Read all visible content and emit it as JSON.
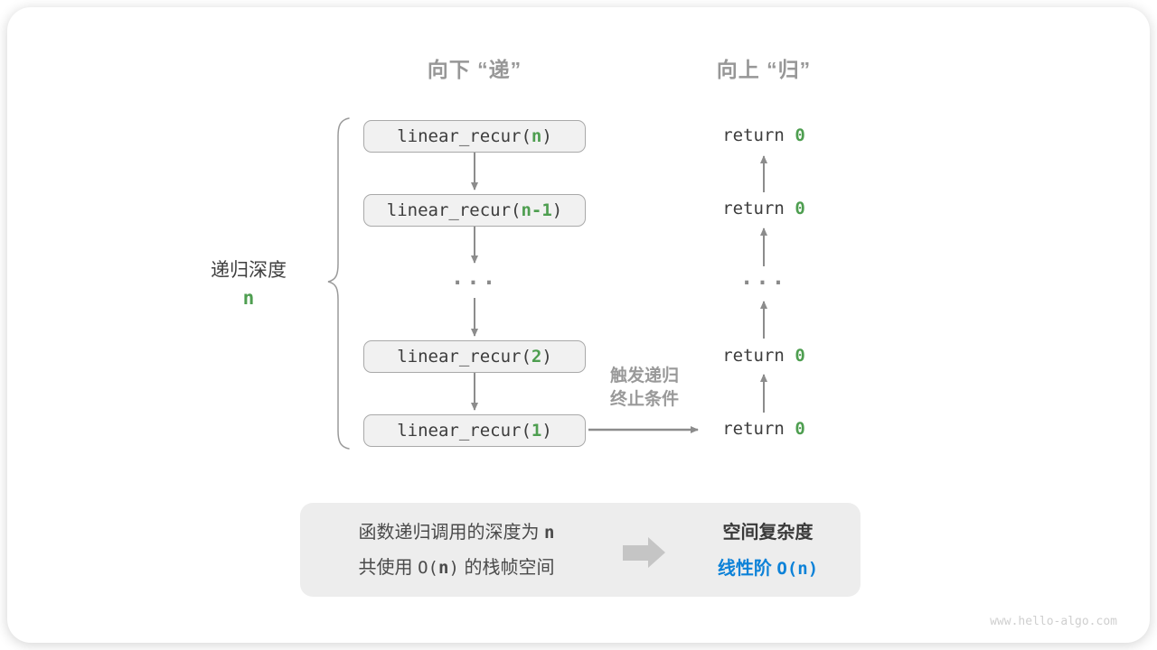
{
  "headers": {
    "down": "向下 “递”",
    "up": "向上 “归”"
  },
  "call_stack": {
    "boxes": [
      {
        "pre": "linear_recur(",
        "arg": "n",
        "post": ")"
      },
      {
        "pre": "linear_recur(",
        "arg": "n-1",
        "post": ")"
      },
      {
        "pre": "linear_recur(",
        "arg": "2",
        "post": ")"
      },
      {
        "pre": "linear_recur(",
        "arg": "1",
        "post": ")"
      }
    ],
    "ellipsis": "..."
  },
  "returns": {
    "keyword": "return ",
    "value": "0",
    "ellipsis": "..."
  },
  "depth_label": {
    "text": "递归深度",
    "value": "n"
  },
  "base_case_label": {
    "line1": "触发递归",
    "line2": "终止条件"
  },
  "summary": {
    "left_line1_text": "函数递归调用的深度为 ",
    "left_line1_code": "n",
    "left_line2_pre": "共使用 ",
    "left_line2_code_pre": "O(",
    "left_line2_code_arg": "n",
    "left_line2_code_post": ")",
    "left_line2_post": " 的栈帧空间",
    "right_title": "空间复杂度",
    "right_value_text": "线性阶 ",
    "right_value_code": "O(n)"
  },
  "watermark": "www.hello-algo.com",
  "colors": {
    "green": "#4e9e50",
    "blue": "#0d82d8",
    "arrow_gray": "#8c8c8c",
    "box_fill": "#f1f1f1"
  }
}
